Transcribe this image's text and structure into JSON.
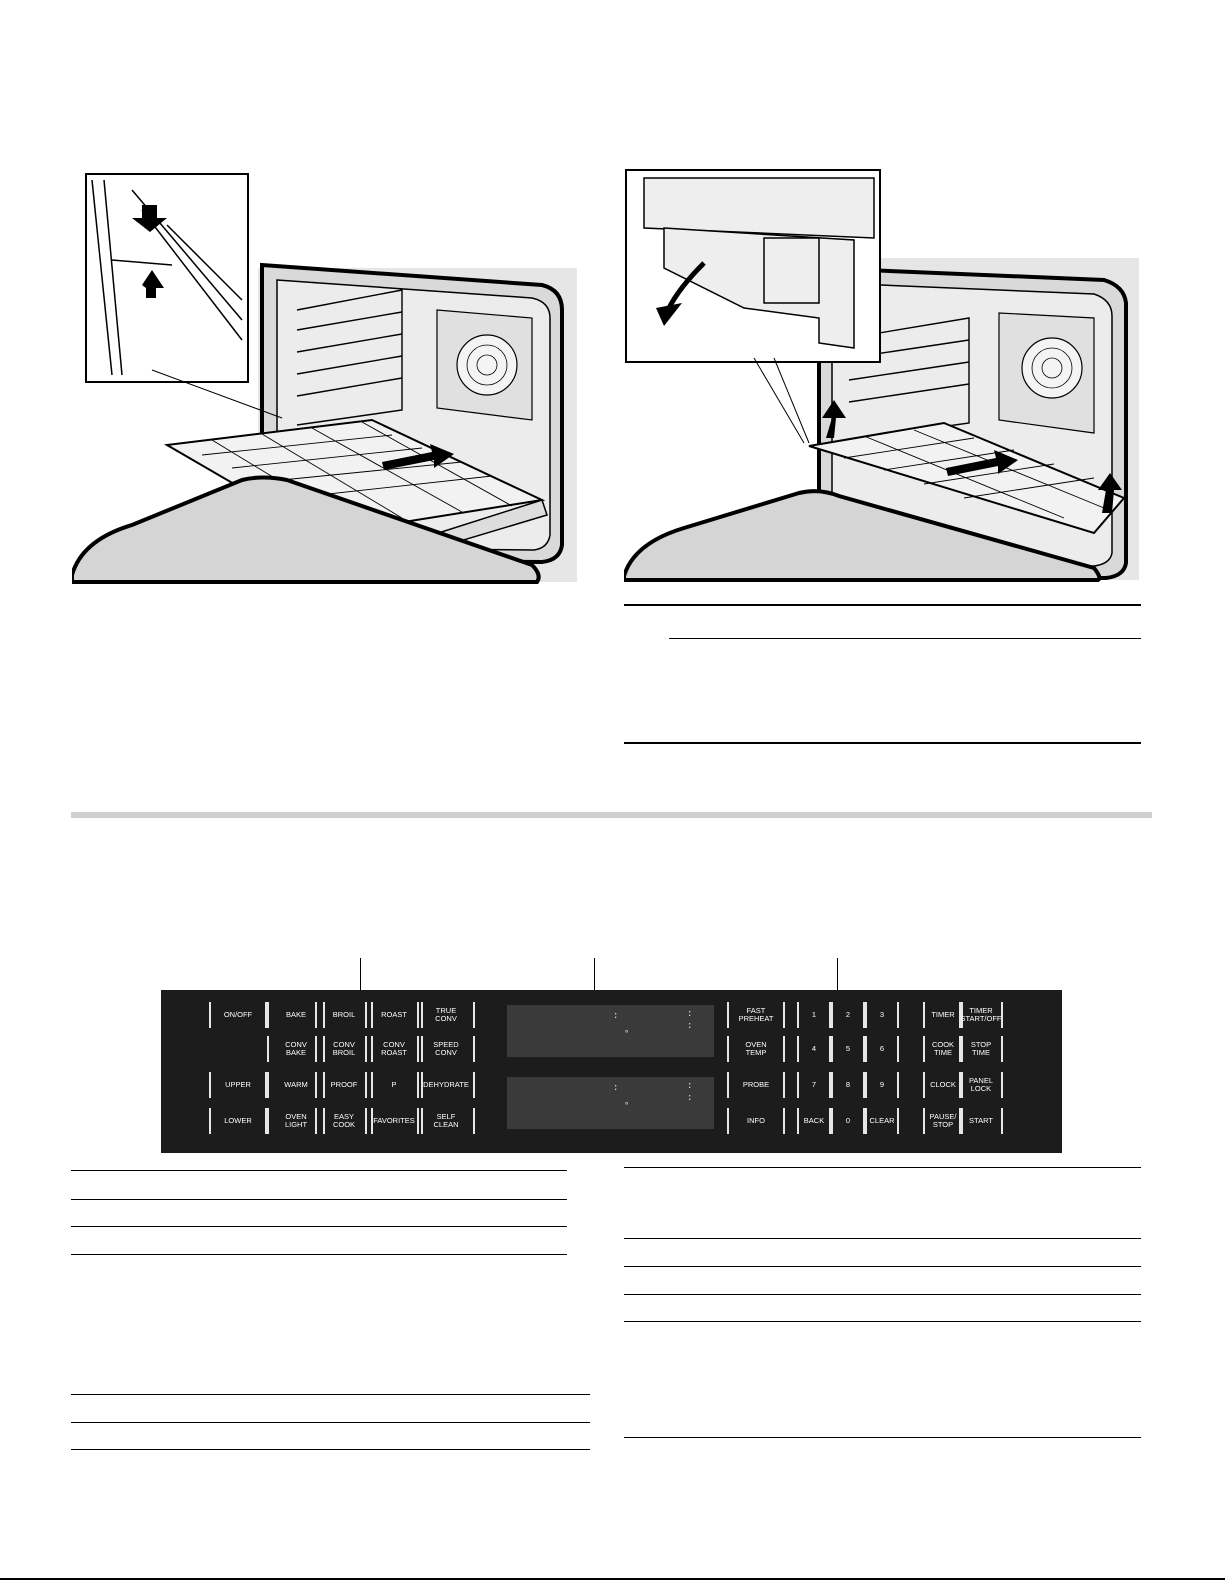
{
  "panel": {
    "row1": [
      "ON/OFF",
      "BAKE",
      "BROIL",
      "ROAST",
      "TRUE\nCONV",
      "FAST\nPREHEAT",
      "1",
      "2",
      "3",
      "TIMER",
      "TIMER\nSTART/OFF"
    ],
    "row2": [
      "CONV\nBAKE",
      "CONV\nBROIL",
      "CONV\nROAST",
      "SPEED\nCONV",
      "OVEN\nTEMP",
      "4",
      "5",
      "6",
      "COOK\nTIME",
      "STOP\nTIME"
    ],
    "row3": [
      "UPPER",
      "WARM",
      "PROOF",
      "P",
      "DEHYDRATE",
      "PROBE",
      "7",
      "8",
      "9",
      "CLOCK",
      "PANEL\nLOCK"
    ],
    "row4": [
      "LOWER",
      "OVEN\nLIGHT",
      "EASY\nCOOK",
      "FAVORITES",
      "SELF\nCLEAN",
      "INFO",
      "BACK",
      "0",
      "CLEAR",
      "PAUSE/\nSTOP",
      "START"
    ]
  },
  "display": {
    "colon": ":",
    "degree": "°"
  },
  "colors": {
    "panel": "#1c1c1c",
    "display": "#3a3a3a",
    "separator": "#cfcfcf",
    "oven_background": "#e6e6e6"
  }
}
